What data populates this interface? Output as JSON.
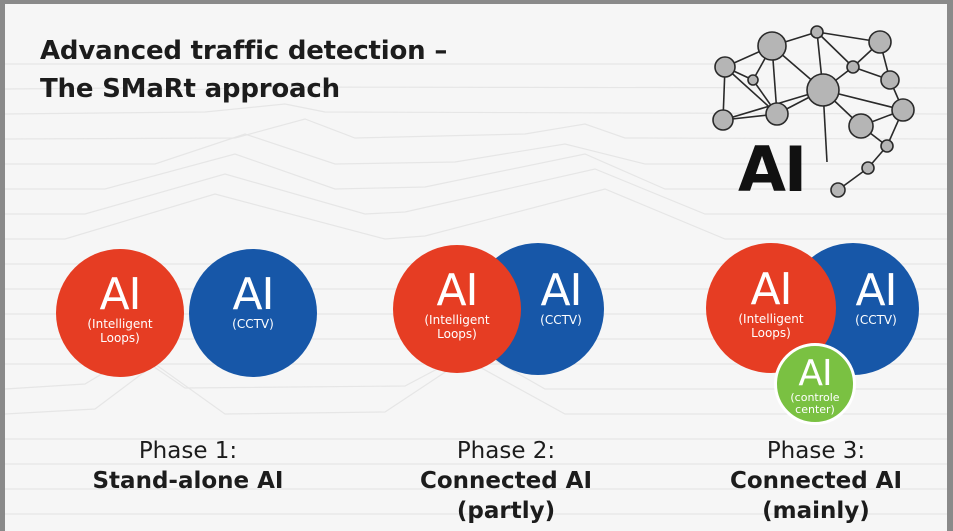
{
  "title": {
    "line1": "Advanced traffic detection –",
    "line2": "The SMaRt approach"
  },
  "logo": {
    "text": "AI",
    "icon": "brain-network-icon"
  },
  "phases": [
    {
      "label": "Phase 1:",
      "name_line1": "Stand-alone AI",
      "name_line2": "",
      "circles": [
        {
          "big": "AI",
          "line1": "(Intelligent",
          "line2": "Loops)"
        },
        {
          "big": "AI",
          "line1": "(CCTV)",
          "line2": ""
        }
      ]
    },
    {
      "label": "Phase 2:",
      "name_line1": "Connected AI",
      "name_line2": "(partly)",
      "circles": [
        {
          "big": "AI",
          "line1": "(Intelligent",
          "line2": "Loops)"
        },
        {
          "big": "AI",
          "line1": "(CCTV)",
          "line2": ""
        }
      ]
    },
    {
      "label": "Phase 3:",
      "name_line1": "Connected AI",
      "name_line2": "(mainly)",
      "circles": [
        {
          "big": "AI",
          "line1": "(Intelligent",
          "line2": "Loops)"
        },
        {
          "big": "AI",
          "line1": "(CCTV)",
          "line2": ""
        },
        {
          "big": "AI",
          "line1": "(controle",
          "line2": "center)"
        }
      ]
    }
  ],
  "colors": {
    "red": "#e63d23",
    "blue": "#1757a8",
    "green": "#7ac142",
    "node": "#b5b5b5"
  }
}
